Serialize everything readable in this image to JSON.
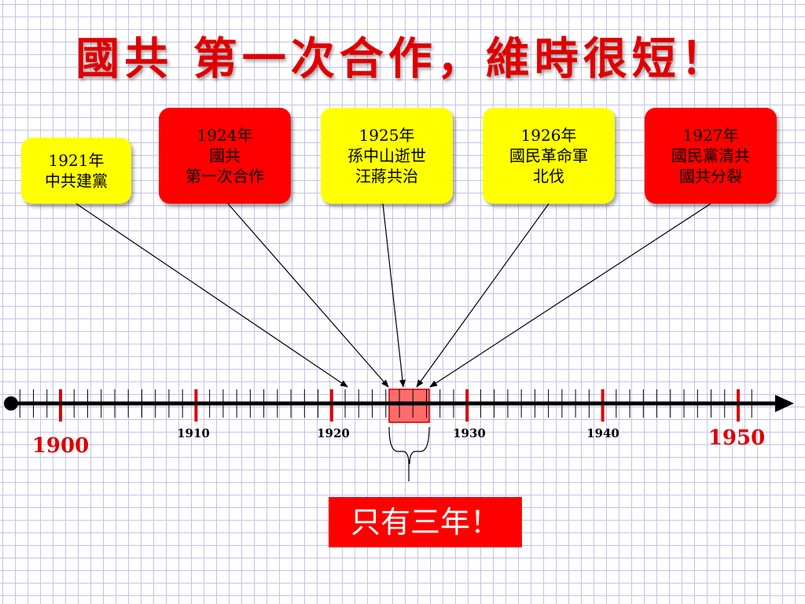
{
  "title": "國共  第一次合作，維時很短！",
  "events": [
    {
      "year": "1921年",
      "lines": [
        "中共建黨"
      ],
      "color": "#ffff00"
    },
    {
      "year": "1924年",
      "lines": [
        "國共",
        "第一次合作"
      ],
      "color": "#ff0000"
    },
    {
      "year": "1925年",
      "lines": [
        "孫中山逝世",
        "汪蔣共治"
      ],
      "color": "#ffff00"
    },
    {
      "year": "1926年",
      "lines": [
        "國民革命軍",
        "北伐"
      ],
      "color": "#ffff00"
    },
    {
      "year": "1927年",
      "lines": [
        "國民黨清共",
        "國共分裂"
      ],
      "color": "#ff0000"
    }
  ],
  "timeline": {
    "start_year": 1900,
    "end_year": 1950,
    "start_label": "1900",
    "end_label": "1950",
    "decade_labels": [
      "1910",
      "1920",
      "1930",
      "1940"
    ],
    "highlight_range": [
      1924,
      1927
    ],
    "highlight_color": "#ff6b6b"
  },
  "note": "只有三年！",
  "colors": {
    "accent": "#e00000",
    "box_yellow": "#ffff00",
    "box_red": "#ff0000",
    "grid": "#c4c4ea"
  }
}
